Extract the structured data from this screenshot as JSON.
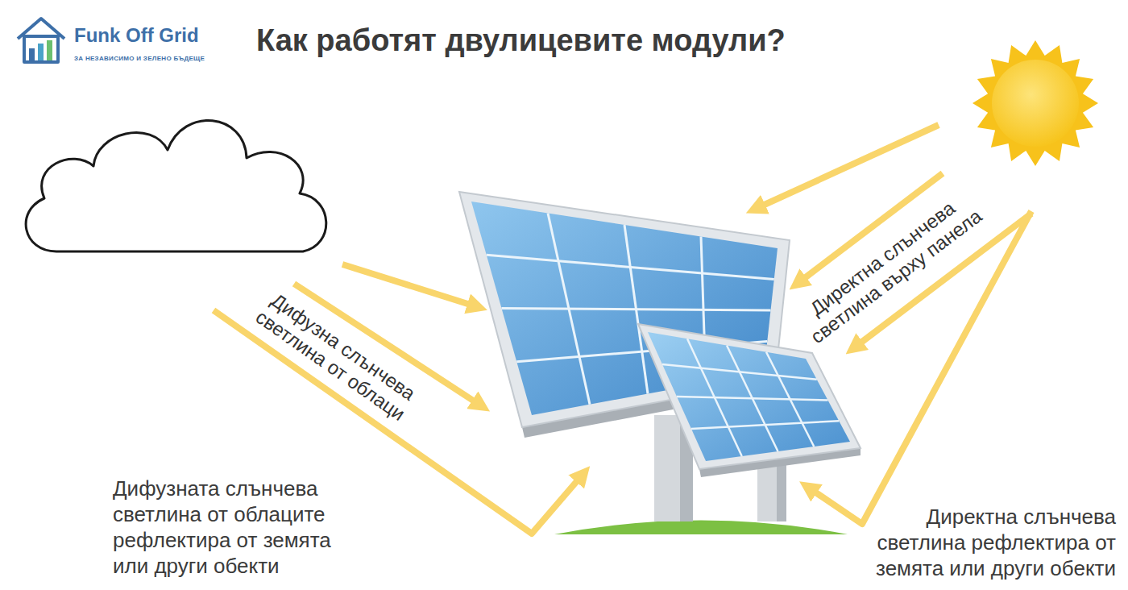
{
  "diagram": {
    "title": "Как работят двулицевите модули?",
    "labels": [
      "Funk Off Grid",
      "ЗА НЕЗАВИСИМО И ЗЕЛЕНО БЪДЕЩЕ",
      "Дифузна слънчева светлина от облаци",
      "Директна слънчева светлина върху панела",
      "Дифузната слънчева светлина от облаците рефлектира от земята или други обекти",
      "Директна слънчева светлина рефлектира от земята или други обекти"
    ]
  }
}
